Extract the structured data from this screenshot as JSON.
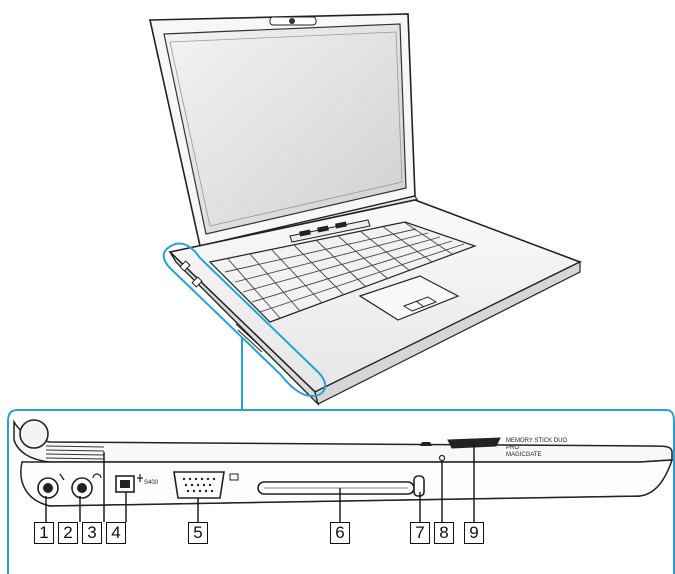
{
  "callouts": [
    "1",
    "2",
    "3",
    "4",
    "5",
    "6",
    "7",
    "8",
    "9"
  ],
  "port_labels": {
    "firewire": "S400",
    "memory_stick_line1": "MEMORY STICK DUO",
    "memory_stick_line2": "PRO",
    "memory_stick_line3": "MAGICGATE"
  }
}
